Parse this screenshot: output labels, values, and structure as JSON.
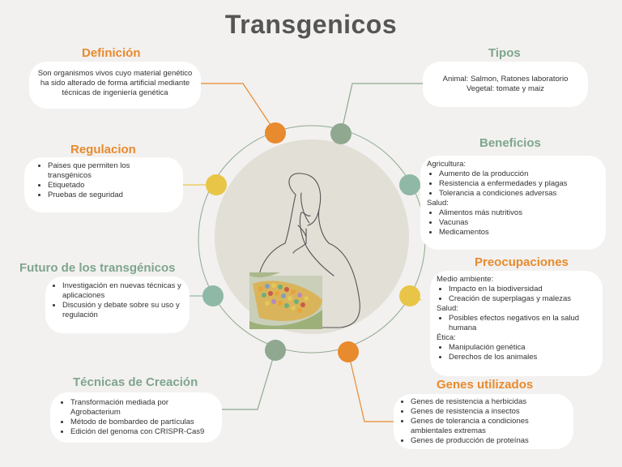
{
  "title": "Transgenicos",
  "colors": {
    "orange": "#e88a2e",
    "green": "#7fa58d",
    "yellow": "#e8c547",
    "teal": "#8fb8a6"
  },
  "definicion": {
    "heading": "Definición",
    "text": "Son organismos vivos cuyo material genético ha sido alterado de forma artificial mediante técnicas de ingeniería genética"
  },
  "tipos": {
    "heading": "Tipos",
    "lines": [
      "Animal: Salmon, Ratones laboratorio",
      "Vegetal: tomate y maiz"
    ]
  },
  "regulacion": {
    "heading": "Regulacion",
    "items": [
      "Paises que permiten los transgénicos",
      "Etiquetado",
      "Pruebas de seguridad"
    ]
  },
  "beneficios": {
    "heading": "Beneficios",
    "groups": [
      {
        "label": "Agricultura:",
        "items": [
          "Aumento de la producción",
          "Resistencia a enfermedades y plagas",
          "Tolerancia a condiciones adversas"
        ]
      },
      {
        "label": "Salud:",
        "items": [
          "Alimentos más nutritivos",
          "Vacunas",
          "Medicamentos"
        ]
      }
    ]
  },
  "futuro": {
    "heading": "Futuro de los transgénicos",
    "items": [
      "Investigación en nuevas técnicas y aplicaciones",
      "Discusión y debate sobre su uso y regulación"
    ]
  },
  "preocupaciones": {
    "heading": "Preocupaciones",
    "groups": [
      {
        "label": "Medio ambiente:",
        "items": [
          "Impacto en la biodiversidad",
          "Creación de superplagas y malezas"
        ]
      },
      {
        "label": "Salud:",
        "items": [
          "Posibles efectos negativos en la salud humana"
        ]
      },
      {
        "label": "Ética:",
        "items": [
          "Manipulación genética",
          "Derechos de los animales"
        ]
      }
    ]
  },
  "tecnicas": {
    "heading": "Técnicas de Creación",
    "items": [
      "Transformación mediada por Agrobacterium",
      "Método de bombardeo de partículas",
      "Edición del genoma con CRISPR-Cas9"
    ]
  },
  "genes": {
    "heading": "Genes utilizados",
    "items": [
      "Genes de resistencia a herbicidas",
      "Genes de resistencia a insectos",
      "Genes de tolerancia a condiciones ambientales extremas",
      "Genes de producción de proteínas"
    ]
  },
  "icons": {
    "center": "thinking-woman-icon",
    "photo": "corn-cob-photo"
  }
}
